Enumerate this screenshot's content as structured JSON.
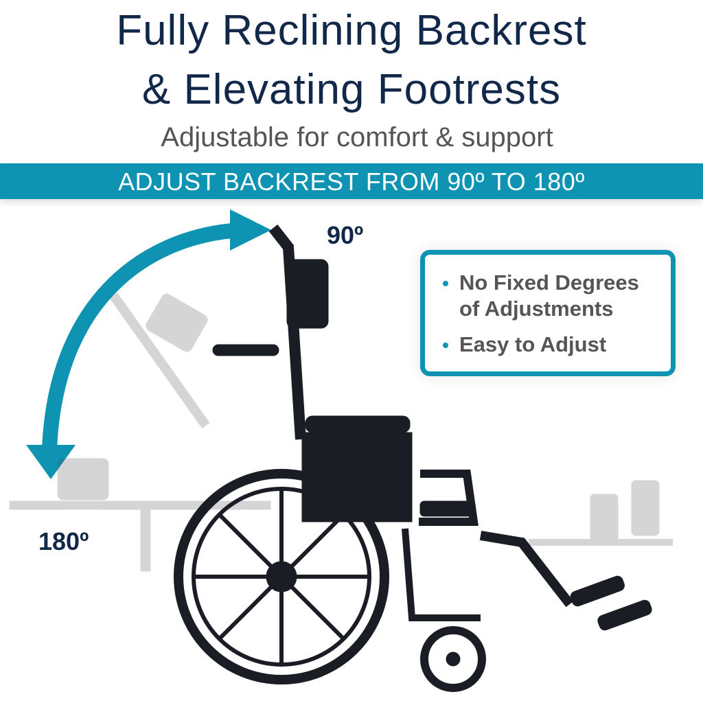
{
  "header": {
    "title_line1": "Fully Reclining Backrest",
    "title_line2": "& Elevating Footrests",
    "subtitle": "Adjustable for comfort & support"
  },
  "banner": {
    "text": "ADJUST BACKREST FROM 90º TO 180º"
  },
  "angles": {
    "upright": "90º",
    "reclined": "180º"
  },
  "features": [
    {
      "text": "No Fixed Degrees of Adjustments"
    },
    {
      "text": "Easy to Adjust"
    }
  ],
  "colors": {
    "accent": "#0e93b2",
    "title": "#11284a",
    "text": "#555555",
    "chair": "#1a1d24"
  },
  "icons": {
    "arrow": "curved-double-arrow-icon",
    "product": "reclining-wheelchair"
  }
}
